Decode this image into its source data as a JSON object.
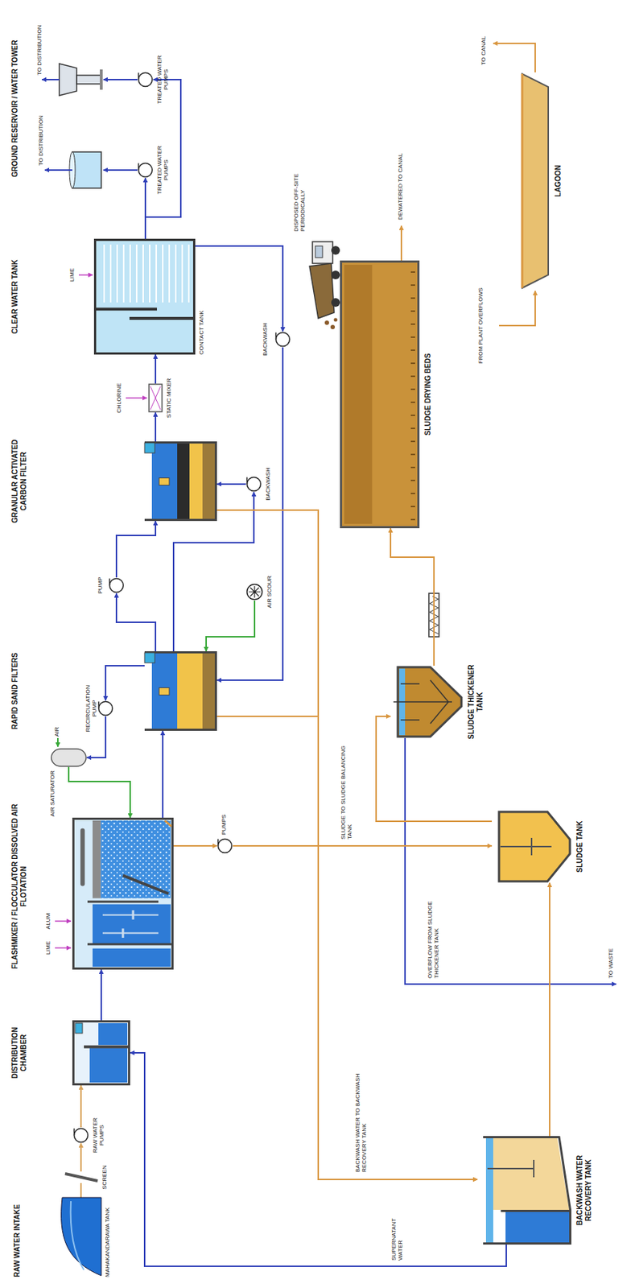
{
  "diagram": {
    "nodes": [
      {
        "text": [
          "RAW WATER INTAKE",
          "MAHAKANDARAWA TANK"
        ]
      },
      {
        "text": [
          "SCREEN"
        ]
      },
      {
        "text": [
          "RAW WATER PUMPS"
        ]
      },
      {
        "text": [
          "DISTRIBUTION CHAMBER"
        ]
      },
      {
        "text": [
          "FLASHMIXER / FLOCCULATOR DISSOLVED AIR FLOTATION"
        ]
      },
      {
        "text": [
          "AIR SATURATOR"
        ]
      },
      {
        "text": [
          "RECIRCULATION PUMP"
        ]
      },
      {
        "text": [
          "PUMPS"
        ]
      },
      {
        "text": [
          "RAPID SAND FILTERS"
        ]
      },
      {
        "text": [
          "AIR SCOUR"
        ]
      },
      {
        "text": [
          "PUMP"
        ]
      },
      {
        "text": [
          "BACKWASH"
        ]
      },
      {
        "text": [
          "GRANULAR ACTIVATED CARBON FILTER"
        ]
      },
      {
        "text": [
          "STATIC MIXER"
        ]
      },
      {
        "text": [
          "CLEAR WATER TANK",
          "CONTACT TANK"
        ]
      },
      {
        "text": [
          "BACKWASH"
        ]
      },
      {
        "text": [
          "TREATED WATER PUMPS"
        ]
      },
      {
        "text": [
          "TREATED WATER PUMPS"
        ]
      },
      {
        "text": [
          "BACKWASH WATER RECOVERY TANK"
        ]
      },
      {
        "text": [
          "SLUDGE TANK"
        ]
      },
      {
        "text": [
          "SLUDGE THICKENER TANK"
        ]
      },
      {
        "text": [
          "SLUDGE DRYING BEDS"
        ]
      },
      {
        "text": [
          "LAGOON"
        ]
      }
    ],
    "edges": [
      {
        "from": 0,
        "to": 1,
        "arrow": "none"
      },
      {
        "from": 1,
        "to": 2,
        "arrow": "to"
      },
      {
        "from": 2,
        "to": 3,
        "arrow": "to"
      },
      {
        "from": 3,
        "to": 4,
        "arrow": "to"
      },
      {
        "from": 4,
        "to": 8,
        "arrow": "to"
      },
      {
        "from": 8,
        "to": 6,
        "arrow": "to"
      },
      {
        "from": 6,
        "to": 5,
        "arrow": "to"
      },
      {
        "from": 5,
        "to": 4,
        "arrow": "to"
      },
      {
        "from": 4,
        "to": 7,
        "arrow": "to"
      },
      {
        "from": 7,
        "to": 19,
        "arrow": "to",
        "label": "SLUDGE TO SLUDGE BALANCING TANK"
      },
      {
        "from": 8,
        "to": 10,
        "arrow": "to"
      },
      {
        "from": 10,
        "to": 12,
        "arrow": "to"
      },
      {
        "from": 8,
        "to": 11,
        "arrow": "to"
      },
      {
        "from": 11,
        "to": 12,
        "arrow": "to"
      },
      {
        "from": 9,
        "to": 8,
        "arrow": "to"
      },
      {
        "from": 12,
        "to": 13,
        "arrow": "to"
      },
      {
        "from": 13,
        "to": 14,
        "arrow": "to"
      },
      {
        "from": 14,
        "to": 16,
        "arrow": "to"
      },
      {
        "from": 14,
        "to": 17,
        "arrow": "to"
      },
      {
        "from": 14,
        "to": 15,
        "arrow": "to"
      },
      {
        "from": 15,
        "to": 8,
        "arrow": "to"
      },
      {
        "from": 8,
        "to": 18,
        "arrow": "to",
        "label": "BACKWASH WATER TO BACKWASH RECOVERY TANK"
      },
      {
        "from": 12,
        "to": 18,
        "arrow": "to"
      },
      {
        "from": 18,
        "to": 19,
        "arrow": "to"
      },
      {
        "from": 18,
        "to": 3,
        "arrow": "to",
        "label": "SUPERNATANT WATER"
      },
      {
        "from": 19,
        "to": 20,
        "arrow": "to"
      },
      {
        "from": 20,
        "to": 21,
        "arrow": "to"
      }
    ],
    "labels": [
      "LIME",
      "ALUM",
      "AIR",
      "CHLORINE",
      "LIME",
      "GROUND RESERVOIR / WATER TOWER",
      "TO DISTRIBUTION",
      "TO DISTRIBUTION",
      "OVERFLOW FROM SLUDGE THICKENER TANK",
      "TO WASTE",
      "DISPOSED OFF-SITE PERIODICALLY",
      "DEWATERED TO CANAL",
      "FROM PLANT OVERFLOWS",
      "TO CANAL"
    ]
  }
}
